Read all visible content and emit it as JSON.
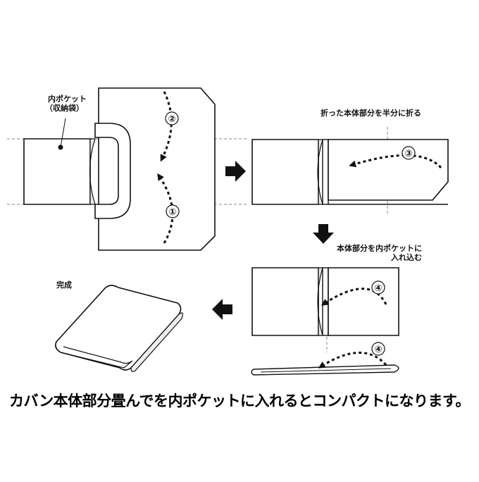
{
  "labels": {
    "inner_pocket_line1": "内ポケット",
    "inner_pocket_line2": "（収納袋）",
    "fold_half": "折った本体部分を半分に折る",
    "insert_line1": "本体部分を内ポケットに",
    "insert_line2": "入れ込む",
    "done": "完成"
  },
  "steps": {
    "s1": "①",
    "s2": "②",
    "s3": "③",
    "s4a": "④",
    "s4b": "④"
  },
  "caption": "カバン本体部分畳んでを内ポケットに入れるとコンパクトになります。",
  "colors": {
    "line": "#111111",
    "dash_guide": "#888888",
    "fill": "#ffffff",
    "pocket_fill": "#f2f2f2"
  }
}
